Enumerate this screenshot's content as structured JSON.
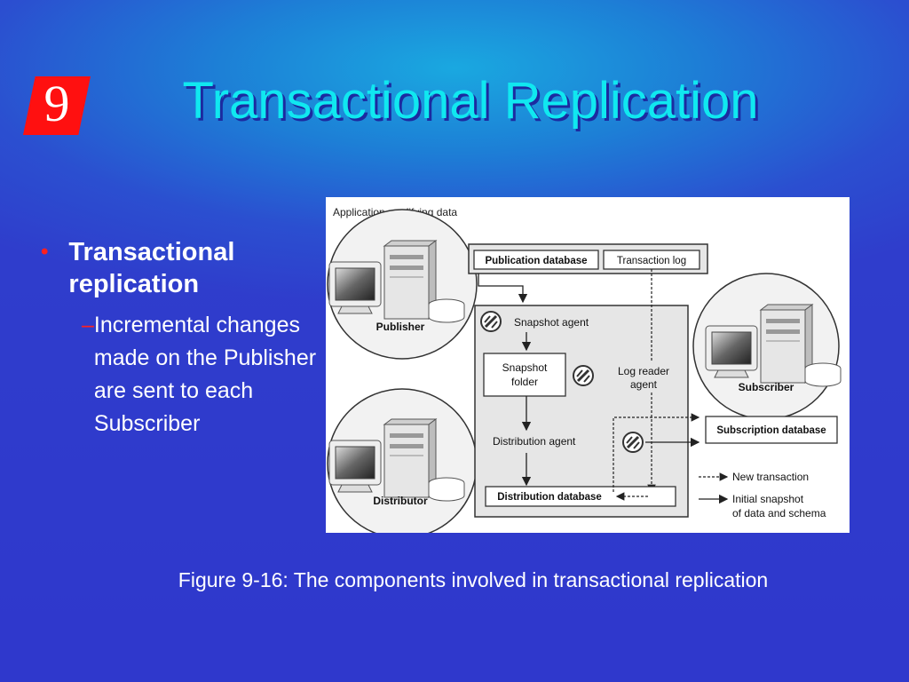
{
  "slide": {
    "chapter_number": "9",
    "title": "Transactional Replication",
    "bullet": "Transactional replication",
    "sub_bullet": "Incremental changes made on the Publisher are sent to each Subscriber",
    "caption": "Figure 9-16: The components involved in transactional replication",
    "colors": {
      "title": "#10e8f0",
      "badge": "#ff1010",
      "bullet_mark": "#ff2020",
      "background": "#2f3dcc"
    }
  },
  "diagram": {
    "app_label": "Application modifying data",
    "publisher": "Publisher",
    "distributor": "Distributor",
    "subscriber": "Subscriber",
    "publication_db": "Publication database",
    "transaction_log": "Transaction log",
    "snapshot_agent": "Snapshot agent",
    "snapshot_folder_1": "Snapshot",
    "snapshot_folder_2": "folder",
    "log_reader_1": "Log reader",
    "log_reader_2": "agent",
    "distribution_agent": "Distribution agent",
    "subscription_db": "Subscription database",
    "distribution_db": "Distribution database",
    "legend_new": "New transaction",
    "legend_initial_1": "Initial snapshot",
    "legend_initial_2": "of data and schema"
  }
}
